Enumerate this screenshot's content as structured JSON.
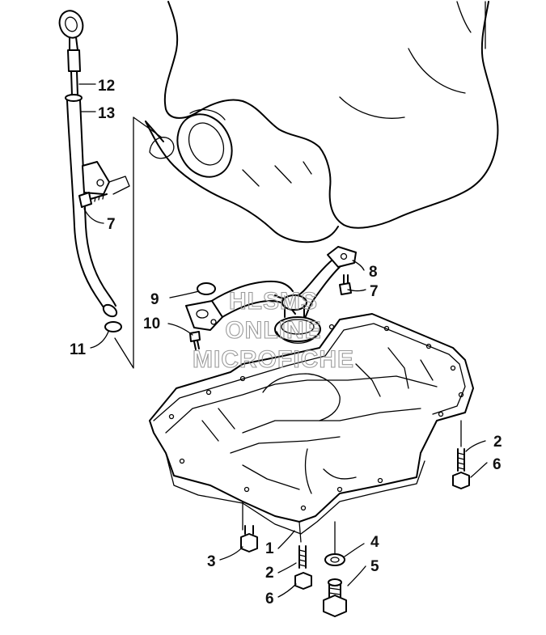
{
  "callouts": [
    {
      "id": "12",
      "text": "12"
    },
    {
      "id": "13",
      "text": "13"
    },
    {
      "id": "7a",
      "text": "7"
    },
    {
      "id": "8",
      "text": "8"
    },
    {
      "id": "7b",
      "text": "7"
    },
    {
      "id": "9",
      "text": "9"
    },
    {
      "id": "10",
      "text": "10"
    },
    {
      "id": "11",
      "text": "11"
    },
    {
      "id": "2a",
      "text": "2"
    },
    {
      "id": "6a",
      "text": "6"
    },
    {
      "id": "4",
      "text": "4"
    },
    {
      "id": "5",
      "text": "5"
    },
    {
      "id": "3",
      "text": "3"
    },
    {
      "id": "1",
      "text": "1"
    },
    {
      "id": "2b",
      "text": "2"
    },
    {
      "id": "6b",
      "text": "6"
    }
  ],
  "watermark": {
    "line1": "HLSMS",
    "line2": "ONLINE",
    "line3": "MICROFICHE"
  }
}
